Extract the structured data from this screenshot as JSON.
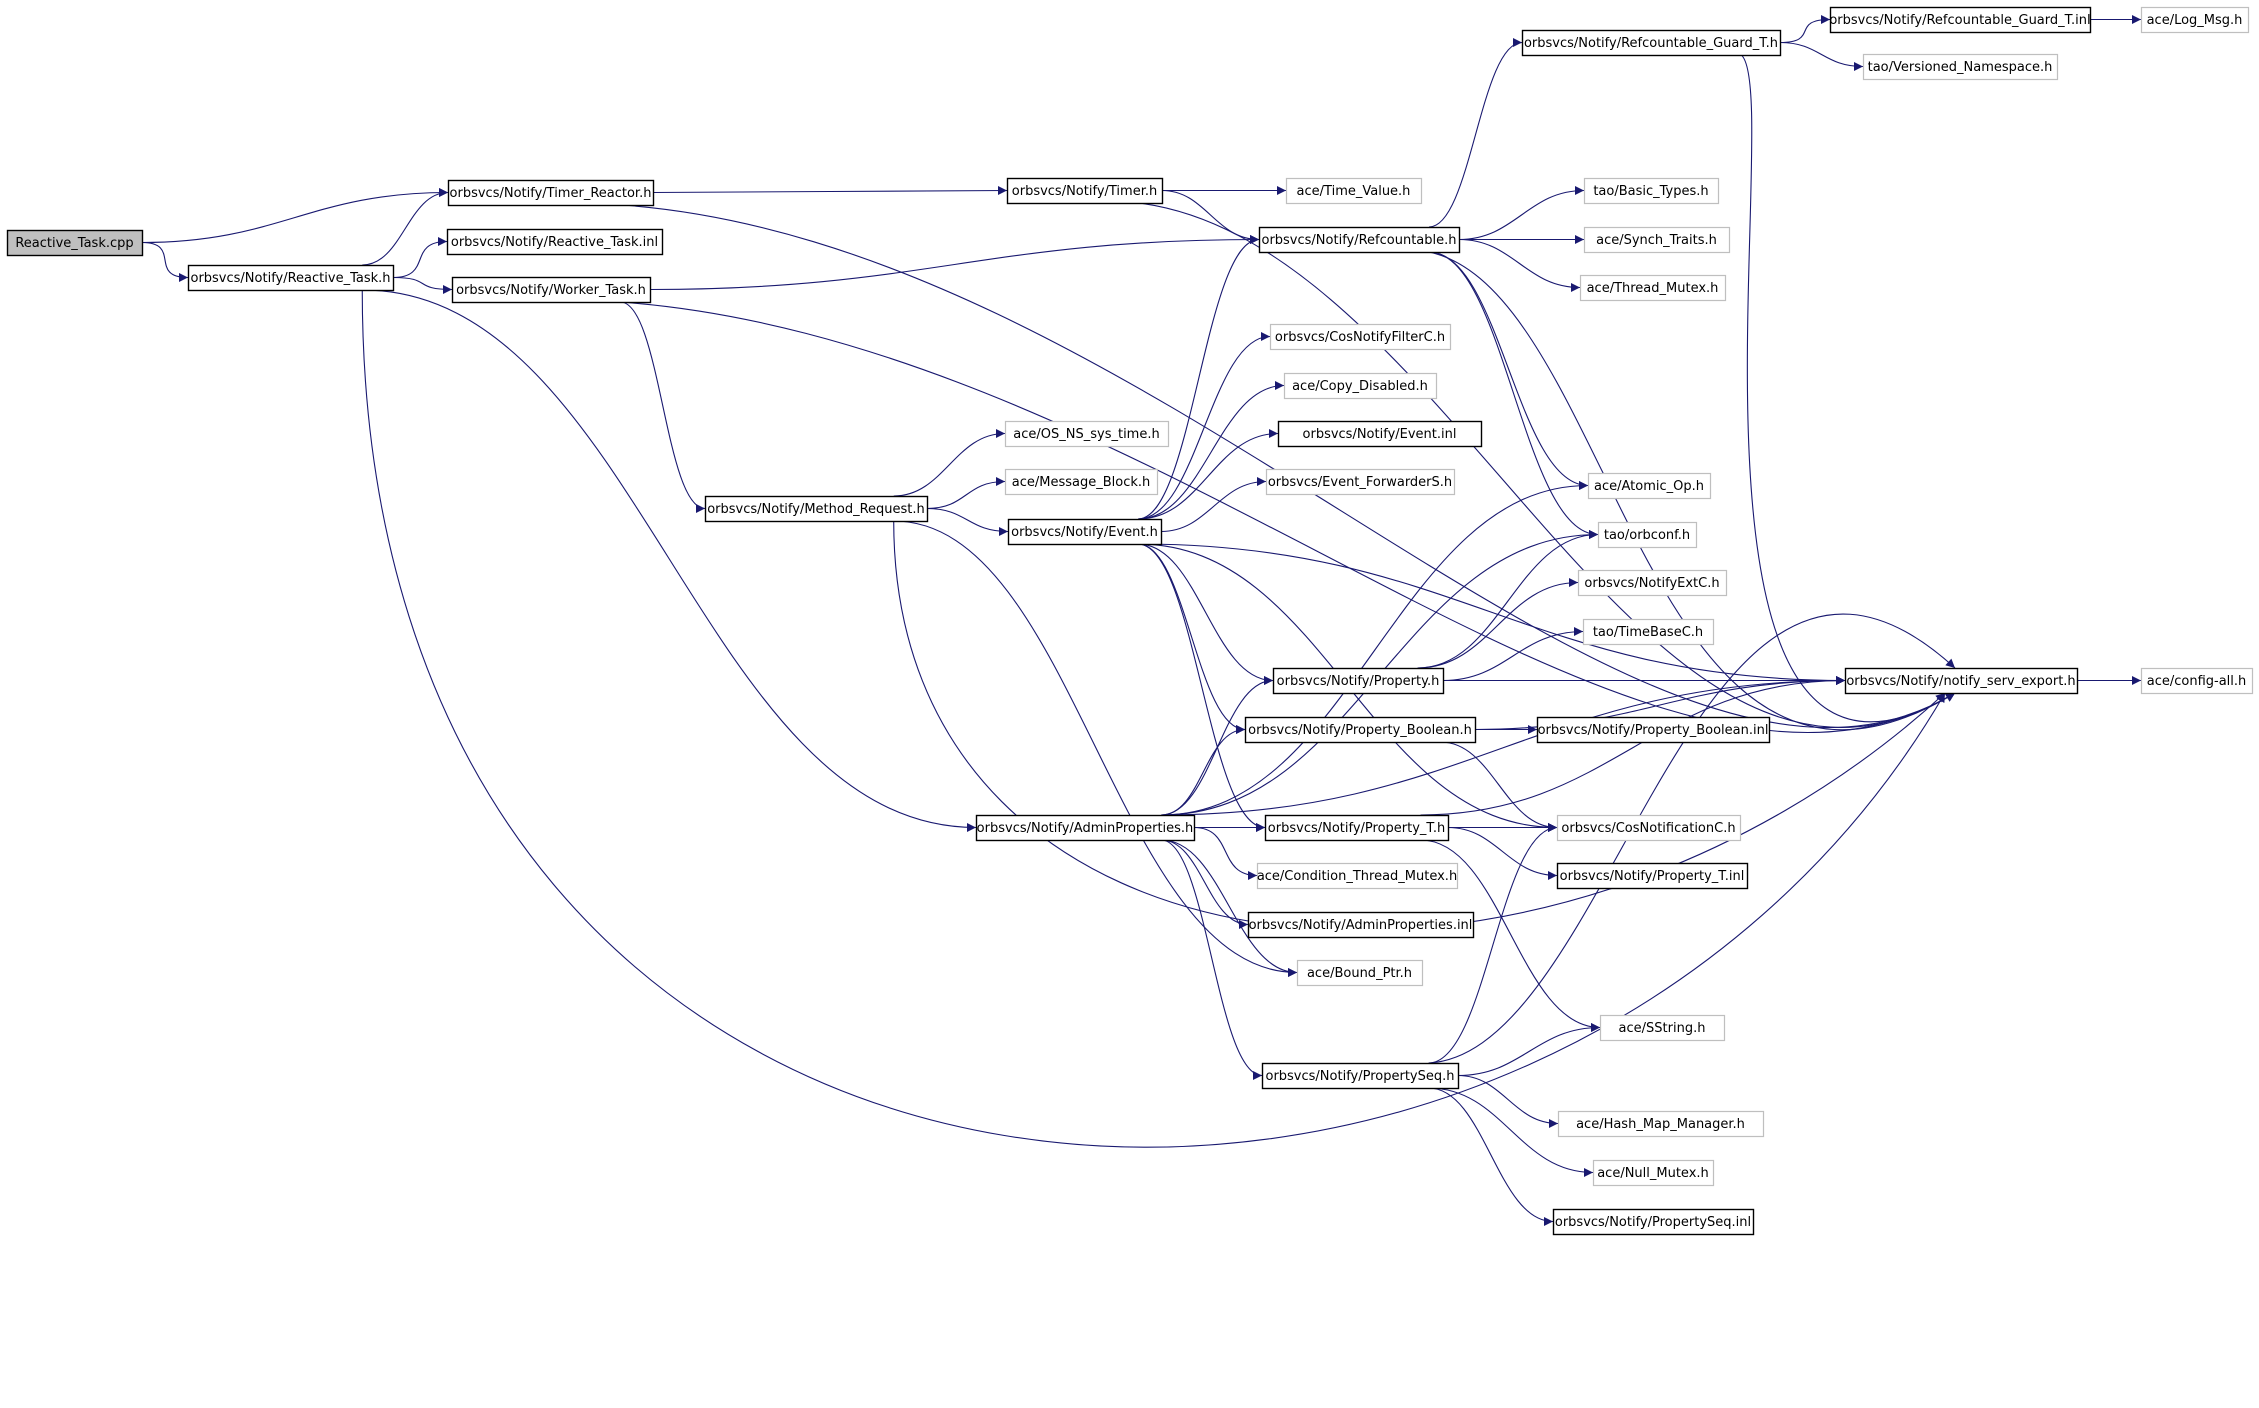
{
  "graph": {
    "root": "Reactive_Task.cpp",
    "nodes": [
      {
        "id": "root",
        "label": "Reactive_Task.cpp",
        "style": "root"
      },
      {
        "id": "timer_reactor",
        "label": "orbsvcs/Notify/Timer_Reactor.h",
        "style": "internal"
      },
      {
        "id": "reactive_task_h",
        "label": "orbsvcs/Notify/Reactive_Task.h",
        "style": "internal"
      },
      {
        "id": "reactive_task_inl",
        "label": "orbsvcs/Notify/Reactive_Task.inl",
        "style": "internal"
      },
      {
        "id": "worker_task",
        "label": "orbsvcs/Notify/Worker_Task.h",
        "style": "internal"
      },
      {
        "id": "timer",
        "label": "orbsvcs/Notify/Timer.h",
        "style": "internal"
      },
      {
        "id": "time_value",
        "label": "ace/Time_Value.h",
        "style": "external"
      },
      {
        "id": "refcountable",
        "label": "orbsvcs/Notify/Refcountable.h",
        "style": "internal"
      },
      {
        "id": "refguard_h",
        "label": "orbsvcs/Notify/Refcountable_Guard_T.h",
        "style": "internal"
      },
      {
        "id": "refguard_inl",
        "label": "orbsvcs/Notify/Refcountable_Guard_T.inl",
        "style": "internal"
      },
      {
        "id": "log_msg",
        "label": "ace/Log_Msg.h",
        "style": "external"
      },
      {
        "id": "versioned_ns",
        "label": "tao/Versioned_Namespace.h",
        "style": "external"
      },
      {
        "id": "basic_types",
        "label": "tao/Basic_Types.h",
        "style": "external"
      },
      {
        "id": "synch_traits",
        "label": "ace/Synch_Traits.h",
        "style": "external"
      },
      {
        "id": "thread_mutex",
        "label": "ace/Thread_Mutex.h",
        "style": "external"
      },
      {
        "id": "cosnotifyfilter",
        "label": "orbsvcs/CosNotifyFilterC.h",
        "style": "external"
      },
      {
        "id": "copy_disabled",
        "label": "ace/Copy_Disabled.h",
        "style": "external"
      },
      {
        "id": "event_inl",
        "label": "orbsvcs/Notify/Event.inl",
        "style": "internal"
      },
      {
        "id": "event_forwarder",
        "label": "orbsvcs/Event_ForwarderS.h",
        "style": "external"
      },
      {
        "id": "os_ns_time",
        "label": "ace/OS_NS_sys_time.h",
        "style": "external"
      },
      {
        "id": "message_block",
        "label": "ace/Message_Block.h",
        "style": "external"
      },
      {
        "id": "method_request",
        "label": "orbsvcs/Notify/Method_Request.h",
        "style": "internal"
      },
      {
        "id": "event_h",
        "label": "orbsvcs/Notify/Event.h",
        "style": "internal"
      },
      {
        "id": "atomic_op",
        "label": "ace/Atomic_Op.h",
        "style": "external"
      },
      {
        "id": "orbconf",
        "label": "tao/orbconf.h",
        "style": "external"
      },
      {
        "id": "notifyextc",
        "label": "orbsvcs/NotifyExtC.h",
        "style": "external"
      },
      {
        "id": "timebasec",
        "label": "tao/TimeBaseC.h",
        "style": "external"
      },
      {
        "id": "property_h",
        "label": "orbsvcs/Notify/Property.h",
        "style": "internal"
      },
      {
        "id": "serv_export",
        "label": "orbsvcs/Notify/notify_serv_export.h",
        "style": "internal"
      },
      {
        "id": "config_all",
        "label": "ace/config-all.h",
        "style": "external"
      },
      {
        "id": "prop_bool_h",
        "label": "orbsvcs/Notify/Property_Boolean.h",
        "style": "internal"
      },
      {
        "id": "prop_bool_inl",
        "label": "orbsvcs/Notify/Property_Boolean.inl",
        "style": "internal"
      },
      {
        "id": "admin_props_h",
        "label": "orbsvcs/Notify/AdminProperties.h",
        "style": "internal"
      },
      {
        "id": "prop_t_h",
        "label": "orbsvcs/Notify/Property_T.h",
        "style": "internal"
      },
      {
        "id": "cosnotification",
        "label": "orbsvcs/CosNotificationC.h",
        "style": "external"
      },
      {
        "id": "prop_t_inl",
        "label": "orbsvcs/Notify/Property_T.inl",
        "style": "internal"
      },
      {
        "id": "cond_mutex",
        "label": "ace/Condition_Thread_Mutex.h",
        "style": "external"
      },
      {
        "id": "admin_props_inl",
        "label": "orbsvcs/Notify/AdminProperties.inl",
        "style": "internal"
      },
      {
        "id": "bound_ptr",
        "label": "ace/Bound_Ptr.h",
        "style": "external"
      },
      {
        "id": "sstring",
        "label": "ace/SString.h",
        "style": "external"
      },
      {
        "id": "propseq_h",
        "label": "orbsvcs/Notify/PropertySeq.h",
        "style": "internal"
      },
      {
        "id": "hash_map",
        "label": "ace/Hash_Map_Manager.h",
        "style": "external"
      },
      {
        "id": "null_mutex",
        "label": "ace/Null_Mutex.h",
        "style": "external"
      },
      {
        "id": "propseq_inl",
        "label": "orbsvcs/Notify/PropertySeq.inl",
        "style": "internal"
      }
    ],
    "edges": [
      [
        "root",
        "timer_reactor"
      ],
      [
        "root",
        "reactive_task_h"
      ],
      [
        "reactive_task_h",
        "timer_reactor"
      ],
      [
        "reactive_task_h",
        "reactive_task_inl"
      ],
      [
        "reactive_task_h",
        "worker_task"
      ],
      [
        "reactive_task_h",
        "admin_props_h"
      ],
      [
        "reactive_task_h",
        "serv_export"
      ],
      [
        "timer_reactor",
        "timer"
      ],
      [
        "timer_reactor",
        "serv_export"
      ],
      [
        "timer",
        "time_value"
      ],
      [
        "timer",
        "refcountable"
      ],
      [
        "timer",
        "serv_export"
      ],
      [
        "worker_task",
        "refcountable"
      ],
      [
        "worker_task",
        "method_request"
      ],
      [
        "worker_task",
        "serv_export"
      ],
      [
        "refcountable",
        "refguard_h"
      ],
      [
        "refcountable",
        "basic_types"
      ],
      [
        "refcountable",
        "synch_traits"
      ],
      [
        "refcountable",
        "thread_mutex"
      ],
      [
        "refcountable",
        "atomic_op"
      ],
      [
        "refcountable",
        "orbconf"
      ],
      [
        "refcountable",
        "serv_export"
      ],
      [
        "refguard_h",
        "refguard_inl"
      ],
      [
        "refguard_h",
        "versioned_ns"
      ],
      [
        "refguard_h",
        "serv_export"
      ],
      [
        "refguard_inl",
        "log_msg"
      ],
      [
        "method_request",
        "os_ns_time"
      ],
      [
        "method_request",
        "message_block"
      ],
      [
        "method_request",
        "event_h"
      ],
      [
        "method_request",
        "bound_ptr"
      ],
      [
        "method_request",
        "serv_export"
      ],
      [
        "event_h",
        "refcountable"
      ],
      [
        "event_h",
        "cosnotifyfilter"
      ],
      [
        "event_h",
        "copy_disabled"
      ],
      [
        "event_h",
        "event_inl"
      ],
      [
        "event_h",
        "event_forwarder"
      ],
      [
        "event_h",
        "property_h"
      ],
      [
        "event_h",
        "prop_bool_h"
      ],
      [
        "event_h",
        "prop_t_h"
      ],
      [
        "event_h",
        "cosnotification"
      ],
      [
        "event_h",
        "serv_export"
      ],
      [
        "property_h",
        "orbconf"
      ],
      [
        "property_h",
        "notifyextc"
      ],
      [
        "property_h",
        "timebasec"
      ],
      [
        "property_h",
        "serv_export"
      ],
      [
        "serv_export",
        "config_all"
      ],
      [
        "prop_bool_h",
        "prop_bool_inl"
      ],
      [
        "prop_bool_h",
        "cosnotification"
      ],
      [
        "prop_bool_h",
        "serv_export"
      ],
      [
        "admin_props_h",
        "prop_t_h"
      ],
      [
        "admin_props_h",
        "cond_mutex"
      ],
      [
        "admin_props_h",
        "admin_props_inl"
      ],
      [
        "admin_props_h",
        "bound_ptr"
      ],
      [
        "admin_props_h",
        "propseq_h"
      ],
      [
        "admin_props_h",
        "property_h"
      ],
      [
        "admin_props_h",
        "prop_bool_h"
      ],
      [
        "admin_props_h",
        "atomic_op"
      ],
      [
        "admin_props_h",
        "orbconf"
      ],
      [
        "admin_props_h",
        "serv_export"
      ],
      [
        "prop_t_h",
        "cosnotification"
      ],
      [
        "prop_t_h",
        "prop_t_inl"
      ],
      [
        "prop_t_h",
        "sstring"
      ],
      [
        "prop_t_h",
        "serv_export"
      ],
      [
        "propseq_h",
        "sstring"
      ],
      [
        "propseq_h",
        "hash_map"
      ],
      [
        "propseq_h",
        "null_mutex"
      ],
      [
        "propseq_h",
        "propseq_inl"
      ],
      [
        "propseq_h",
        "cosnotification"
      ],
      [
        "propseq_h",
        "serv_export"
      ]
    ]
  },
  "colors": {
    "edge": "#191970",
    "root_fill": "#bfbfbf",
    "internal_border": "#000000",
    "external_border": "#bfbfbf",
    "background": "#ffffff",
    "text": "#000000"
  }
}
